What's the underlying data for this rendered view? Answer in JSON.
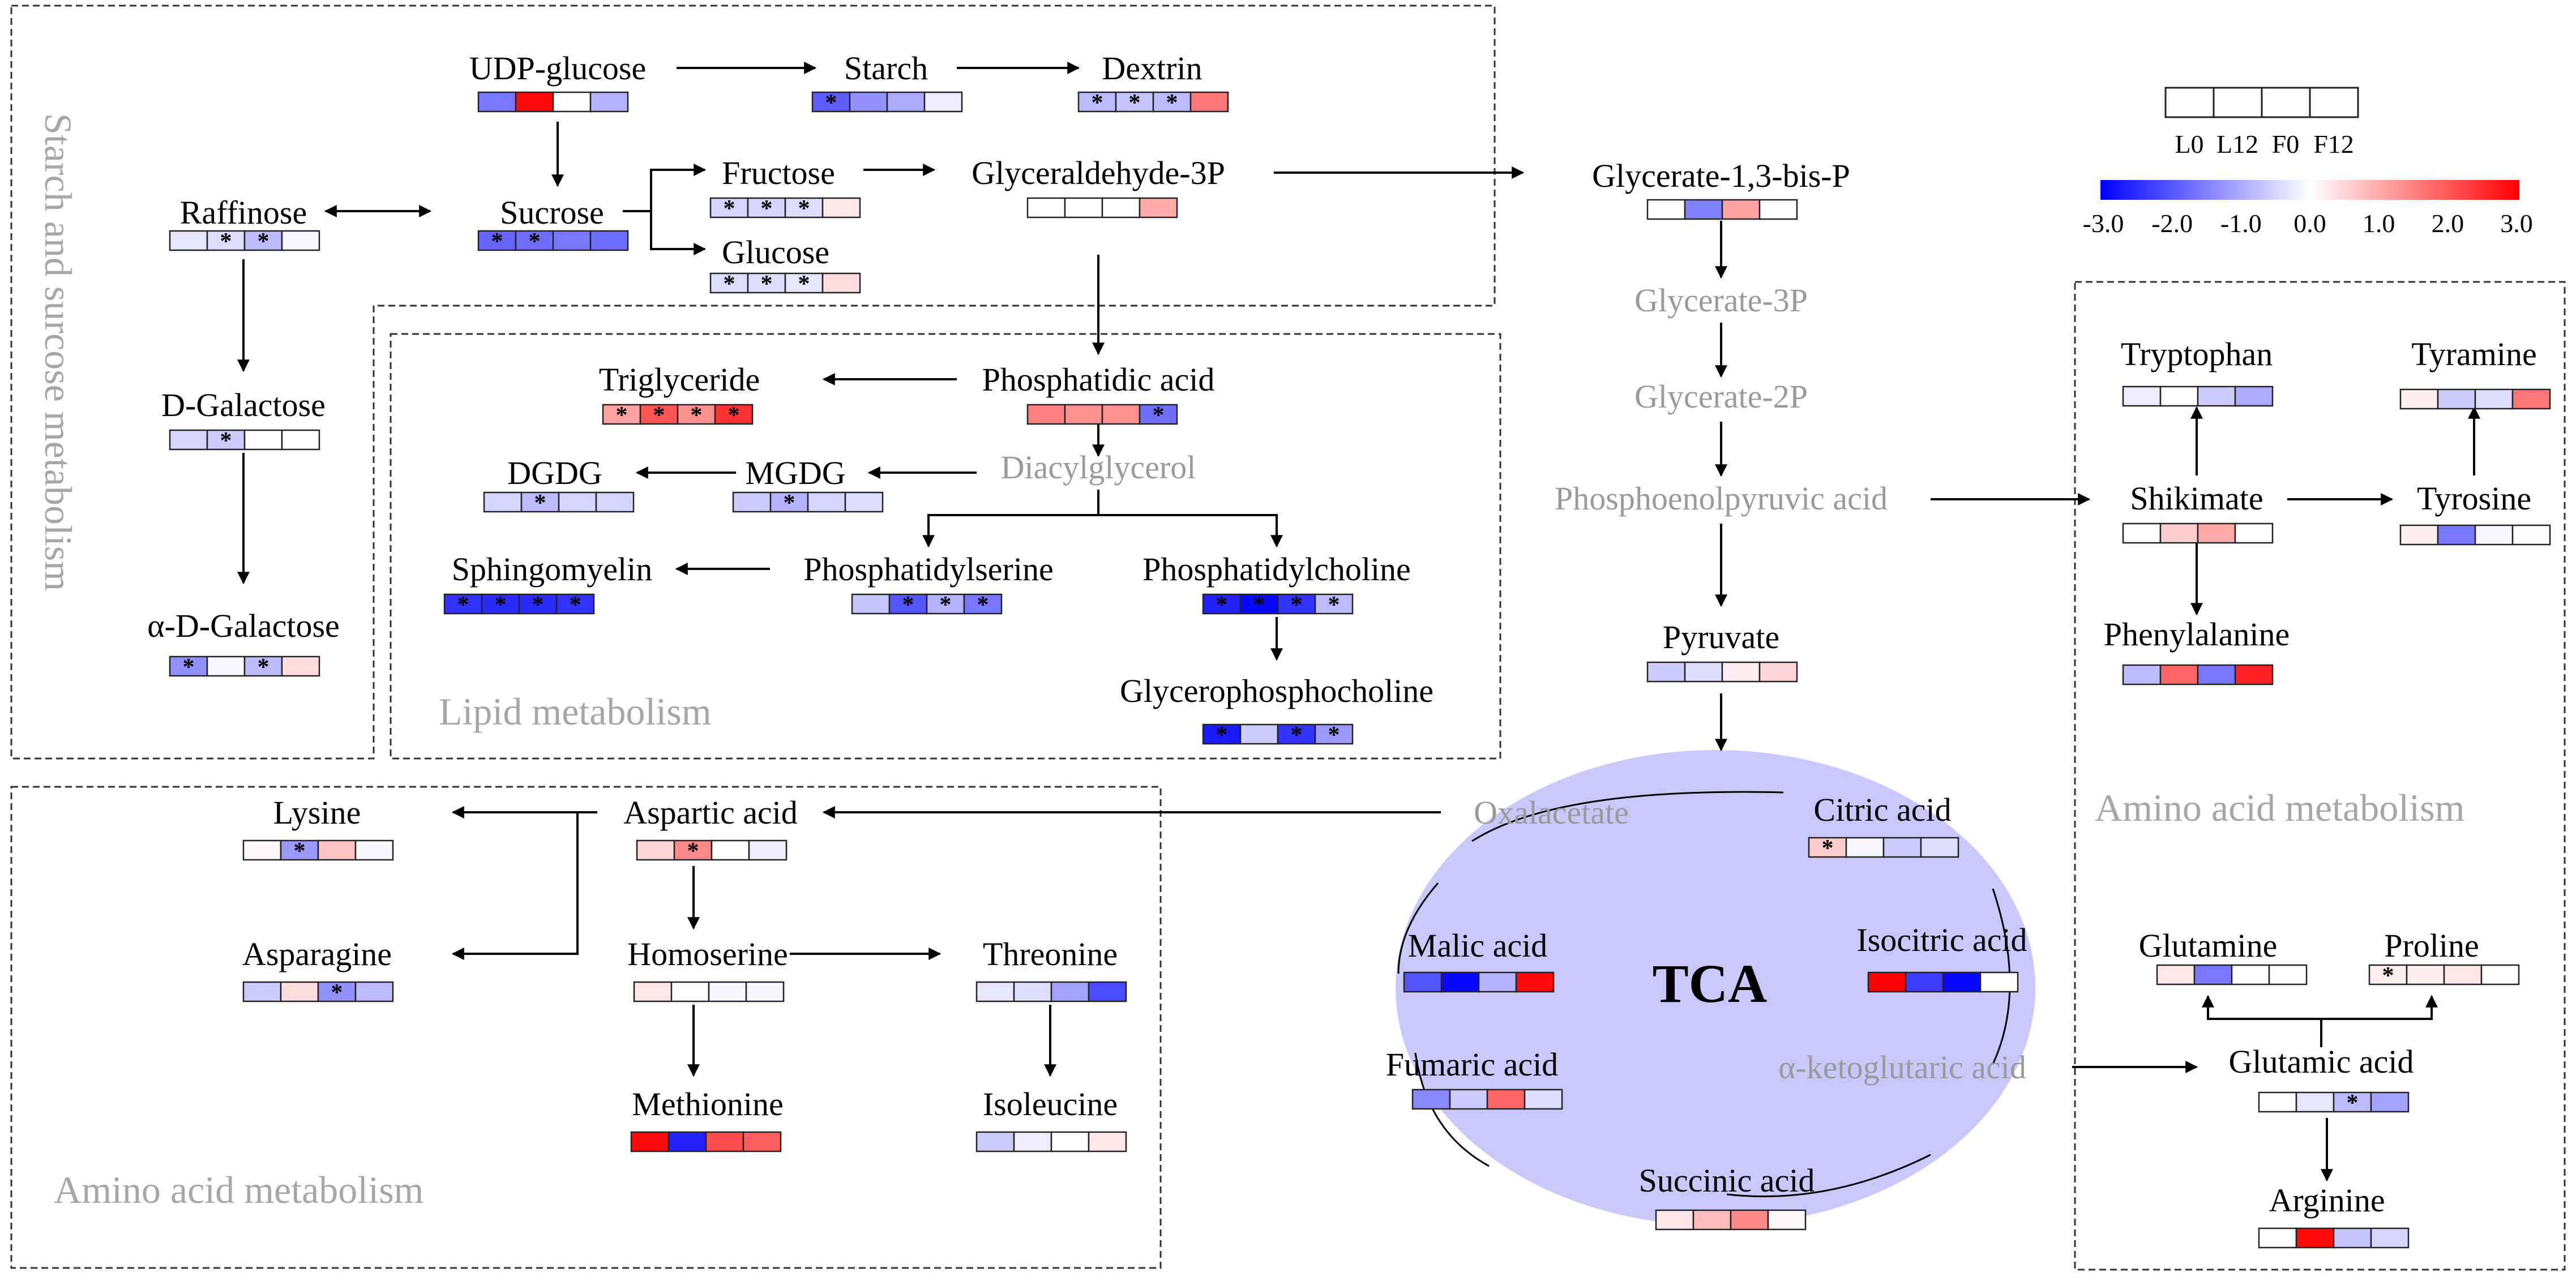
{
  "colors": {
    "negative_max": "#0000ff",
    "neutral": "#ffffff",
    "positive_max": "#ff0000",
    "tca_fill": "#c8c8fb",
    "inactive_text": "#9a9a9a",
    "region_text": "#a6a6a6"
  },
  "legend": {
    "samples": [
      "L0",
      "L12",
      "F0",
      "F12"
    ],
    "ticks": [
      "-3.0",
      "-2.0",
      "-1.0",
      "0.0",
      "1.0",
      "2.0",
      "3.0"
    ],
    "range": [
      -3.0,
      3.0
    ]
  },
  "regions": {
    "starch": "Starch and surcose metabolism",
    "lipid": "Lipid metabolism",
    "amino_left": "Amino acid metabolism",
    "amino_right": "Amino acid metabolism",
    "tca": "TCA"
  },
  "metabolites": [
    {
      "id": "udp-glucose",
      "label": "UDP-glucose",
      "values": [
        -1.6,
        2.9,
        0.0,
        -0.9
      ],
      "stars": [
        false,
        false,
        false,
        false
      ]
    },
    {
      "id": "starch",
      "label": "Starch",
      "values": [
        -1.9,
        -1.3,
        -1.0,
        -0.2
      ],
      "stars": [
        true,
        false,
        false,
        false
      ]
    },
    {
      "id": "dextrin",
      "label": "Dextrin",
      "values": [
        -0.8,
        -0.7,
        -0.8,
        1.6
      ],
      "stars": [
        true,
        true,
        true,
        false
      ]
    },
    {
      "id": "raffinose",
      "label": "Raffinose",
      "values": [
        -0.3,
        -0.4,
        -0.8,
        -0.1
      ],
      "stars": [
        false,
        true,
        true,
        false
      ]
    },
    {
      "id": "sucrose",
      "label": "Sucrose",
      "values": [
        -1.8,
        -1.7,
        -1.6,
        -1.7
      ],
      "stars": [
        true,
        true,
        false,
        false
      ]
    },
    {
      "id": "fructose",
      "label": "Fructose",
      "values": [
        -0.5,
        -0.5,
        -0.4,
        0.3
      ],
      "stars": [
        true,
        true,
        true,
        false
      ]
    },
    {
      "id": "glucose",
      "label": "Glucose",
      "values": [
        -0.4,
        -0.4,
        -0.3,
        0.4
      ],
      "stars": [
        true,
        true,
        true,
        false
      ]
    },
    {
      "id": "glyceraldehyde-3p",
      "label": "Glyceraldehyde-3P",
      "values": [
        0.0,
        0.0,
        0.0,
        1.0
      ],
      "stars": [
        false,
        false,
        false,
        false
      ]
    },
    {
      "id": "glycerate-13bp",
      "label": "Glycerate-1,3-bis-P",
      "values": [
        0.0,
        -1.5,
        1.1,
        0.0
      ],
      "stars": [
        false,
        false,
        false,
        false
      ]
    },
    {
      "id": "glycerate-3p",
      "label": "Glycerate-3P",
      "inactive": true
    },
    {
      "id": "glycerate-2p",
      "label": "Glycerate-2P",
      "inactive": true
    },
    {
      "id": "pep",
      "label": "Phosphoenolpyruvic acid",
      "inactive": true
    },
    {
      "id": "pyruvate",
      "label": "Pyruvate",
      "values": [
        -0.6,
        -0.4,
        0.2,
        0.5
      ],
      "stars": [
        false,
        false,
        false,
        false
      ]
    },
    {
      "id": "d-galactose",
      "label": "D-Galactose",
      "values": [
        -0.5,
        -0.6,
        0.0,
        0.0
      ],
      "stars": [
        false,
        true,
        false,
        false
      ]
    },
    {
      "id": "a-d-galactose",
      "label": "α-D-Galactose",
      "values": [
        -1.3,
        -0.1,
        -0.8,
        0.4
      ],
      "stars": [
        true,
        false,
        true,
        false
      ]
    },
    {
      "id": "triglyceride",
      "label": "Triglyceride",
      "values": [
        1.1,
        2.0,
        1.3,
        2.4
      ],
      "stars": [
        true,
        true,
        true,
        true
      ]
    },
    {
      "id": "phosphatidic-acid",
      "label": "Phosphatidic acid",
      "values": [
        1.5,
        1.3,
        1.3,
        -1.7
      ],
      "stars": [
        false,
        false,
        false,
        true
      ]
    },
    {
      "id": "diacylglycerol",
      "label": "Diacylglycerol",
      "inactive": true
    },
    {
      "id": "dgdg",
      "label": "DGDG",
      "values": [
        -0.5,
        -0.8,
        -0.5,
        -0.5
      ],
      "stars": [
        false,
        true,
        false,
        false
      ]
    },
    {
      "id": "mgdg",
      "label": "MGDG",
      "values": [
        -0.6,
        -0.9,
        -0.5,
        -0.4
      ],
      "stars": [
        false,
        true,
        false,
        false
      ]
    },
    {
      "id": "sphingomyelin",
      "label": "Sphingomyelin",
      "values": [
        -2.4,
        -2.5,
        -2.5,
        -2.4
      ],
      "stars": [
        true,
        true,
        true,
        true
      ]
    },
    {
      "id": "phosphatidylserine",
      "label": "Phosphatidylserine",
      "values": [
        -0.7,
        -2.0,
        -0.9,
        -1.6
      ],
      "stars": [
        false,
        true,
        true,
        true
      ]
    },
    {
      "id": "phosphatidylcholine",
      "label": "Phosphatidylcholine",
      "values": [
        -2.6,
        -2.9,
        -2.4,
        -0.8
      ],
      "stars": [
        true,
        true,
        true,
        true
      ]
    },
    {
      "id": "glycerophosphocholine",
      "label": "Glycerophosphocholine",
      "values": [
        -2.7,
        -0.6,
        -2.4,
        -1.2
      ],
      "stars": [
        true,
        false,
        true,
        true
      ]
    },
    {
      "id": "tryptophan",
      "label": "Tryptophan",
      "values": [
        -0.2,
        0.0,
        -0.6,
        -1.0
      ],
      "stars": [
        false,
        false,
        false,
        false
      ]
    },
    {
      "id": "tyramine",
      "label": "Tyramine",
      "values": [
        0.2,
        -0.6,
        -0.4,
        1.6
      ],
      "stars": [
        false,
        false,
        false,
        false
      ]
    },
    {
      "id": "shikimate",
      "label": "Shikimate",
      "values": [
        0.0,
        0.6,
        1.0,
        0.0
      ],
      "stars": [
        false,
        false,
        false,
        false
      ]
    },
    {
      "id": "tyrosine",
      "label": "Tyrosine",
      "values": [
        0.2,
        -1.6,
        -0.1,
        0.0
      ],
      "stars": [
        false,
        false,
        false,
        false
      ]
    },
    {
      "id": "phenylalanine",
      "label": "Phenylalanine",
      "values": [
        -0.8,
        1.8,
        -1.6,
        2.6
      ],
      "stars": [
        false,
        false,
        false,
        false
      ]
    },
    {
      "id": "lysine",
      "label": "Lysine",
      "values": [
        0.1,
        -1.2,
        0.7,
        -0.1
      ],
      "stars": [
        false,
        true,
        false,
        false
      ]
    },
    {
      "id": "aspartic-acid",
      "label": "Aspartic acid",
      "values": [
        0.5,
        1.4,
        0.0,
        -0.2
      ],
      "stars": [
        false,
        true,
        false,
        false
      ]
    },
    {
      "id": "oxalacetate",
      "label": "Oxalacetate",
      "inactive": true
    },
    {
      "id": "citric-acid",
      "label": "Citric acid",
      "values": [
        0.6,
        -0.1,
        -0.6,
        -0.4
      ],
      "stars": [
        true,
        false,
        false,
        false
      ]
    },
    {
      "id": "asparagine",
      "label": "Asparagine",
      "values": [
        -0.6,
        0.4,
        -1.3,
        -0.8
      ],
      "stars": [
        false,
        false,
        true,
        false
      ]
    },
    {
      "id": "homoserine",
      "label": "Homoserine",
      "values": [
        0.3,
        0.0,
        -0.1,
        -0.1
      ],
      "stars": [
        false,
        false,
        false,
        false
      ]
    },
    {
      "id": "threonine",
      "label": "Threonine",
      "values": [
        -0.3,
        -0.4,
        -1.1,
        -2.1
      ],
      "stars": [
        false,
        false,
        false,
        false
      ]
    },
    {
      "id": "methionine",
      "label": "Methionine",
      "values": [
        2.9,
        -2.6,
        2.1,
        1.9
      ],
      "stars": [
        false,
        false,
        false,
        false
      ]
    },
    {
      "id": "isoleucine",
      "label": "Isoleucine",
      "values": [
        -0.6,
        -0.2,
        0.0,
        0.3
      ],
      "stars": [
        false,
        false,
        false,
        false
      ]
    },
    {
      "id": "malic-acid",
      "label": "Malic acid",
      "values": [
        -2.0,
        -2.9,
        -0.9,
        2.9
      ],
      "stars": [
        false,
        false,
        false,
        false
      ]
    },
    {
      "id": "isocitric-acid",
      "label": "Isocitric acid",
      "values": [
        3.0,
        -2.3,
        -2.9,
        0.0
      ],
      "stars": [
        false,
        false,
        false,
        false
      ]
    },
    {
      "id": "fumaric-acid",
      "label": "Fumaric acid",
      "values": [
        -1.4,
        -0.6,
        1.8,
        -0.4
      ],
      "stars": [
        false,
        false,
        false,
        false
      ]
    },
    {
      "id": "a-ketoglutaric-acid",
      "label": "α-ketoglutaric acid",
      "inactive": true
    },
    {
      "id": "succinic-acid",
      "label": "Succinic acid",
      "values": [
        0.3,
        0.8,
        1.4,
        0.1
      ],
      "stars": [
        false,
        false,
        false,
        false
      ]
    },
    {
      "id": "glutamine",
      "label": "Glutamine",
      "values": [
        0.3,
        -1.6,
        0.0,
        0.0
      ],
      "stars": [
        false,
        false,
        false,
        false
      ]
    },
    {
      "id": "proline",
      "label": "Proline",
      "values": [
        0.2,
        0.2,
        0.3,
        0.0
      ],
      "stars": [
        true,
        false,
        false,
        false
      ]
    },
    {
      "id": "glutamic-acid",
      "label": "Glutamic acid",
      "values": [
        0.0,
        -0.3,
        -0.8,
        -1.1
      ],
      "stars": [
        false,
        false,
        true,
        false
      ]
    },
    {
      "id": "arginine",
      "label": "Arginine",
      "values": [
        0.0,
        2.9,
        -0.7,
        -0.5
      ],
      "stars": [
        false,
        false,
        false,
        false
      ]
    }
  ]
}
